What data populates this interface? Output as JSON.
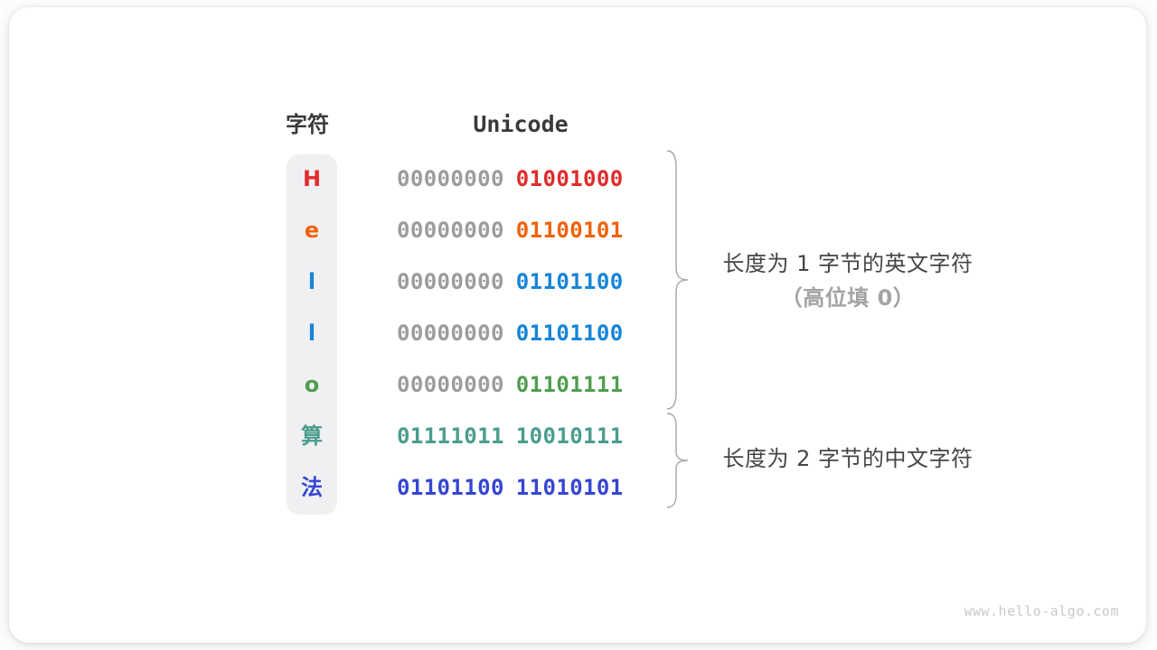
{
  "header": {
    "char_col": "字符",
    "unicode_col": "Unicode"
  },
  "rows": [
    {
      "char": "H",
      "byte1": "00000000",
      "byte2": "01001000",
      "color": "#e22b2b",
      "byte1_color": "#9c9c9c",
      "byte2_color": "#e22b2b"
    },
    {
      "char": "e",
      "byte1": "00000000",
      "byte2": "01100101",
      "color": "#ee6209",
      "byte1_color": "#9c9c9c",
      "byte2_color": "#ee6209"
    },
    {
      "char": "l",
      "byte1": "00000000",
      "byte2": "01101100",
      "color": "#1585d7",
      "byte1_color": "#9c9c9c",
      "byte2_color": "#1585d7"
    },
    {
      "char": "l",
      "byte1": "00000000",
      "byte2": "01101100",
      "color": "#1585d7",
      "byte1_color": "#9c9c9c",
      "byte2_color": "#1585d7"
    },
    {
      "char": "o",
      "byte1": "00000000",
      "byte2": "01101111",
      "color": "#509e50",
      "byte1_color": "#9c9c9c",
      "byte2_color": "#509e50"
    },
    {
      "char": "算",
      "byte1": "01111011",
      "byte2": "10010111",
      "color": "#4a9d8e",
      "byte1_color": "#4a9d8e",
      "byte2_color": "#4a9d8e"
    },
    {
      "char": "法",
      "byte1": "01101100",
      "byte2": "11010101",
      "color": "#3546d2",
      "byte1_color": "#3546d2",
      "byte2_color": "#3546d2"
    }
  ],
  "annotations": [
    {
      "line1": "长度为 1 字节的英文字符",
      "line2": "（高位填 0）"
    },
    {
      "line1": "长度为 2 字节的中文字符"
    }
  ],
  "watermark": "www.hello-algo.com",
  "colors": {
    "card_bg": "#ffffff",
    "page_bg": "#fdfdfd",
    "char_col_bg": "#f0f0f2",
    "header_text": "#3a3a3a",
    "zero_padding_gray": "#9c9c9c",
    "annotation_text": "#454545",
    "annotation_sub_text": "#a3a3a3",
    "brace_stroke": "#a6a6a6",
    "watermark_text": "#c9c9c9"
  }
}
